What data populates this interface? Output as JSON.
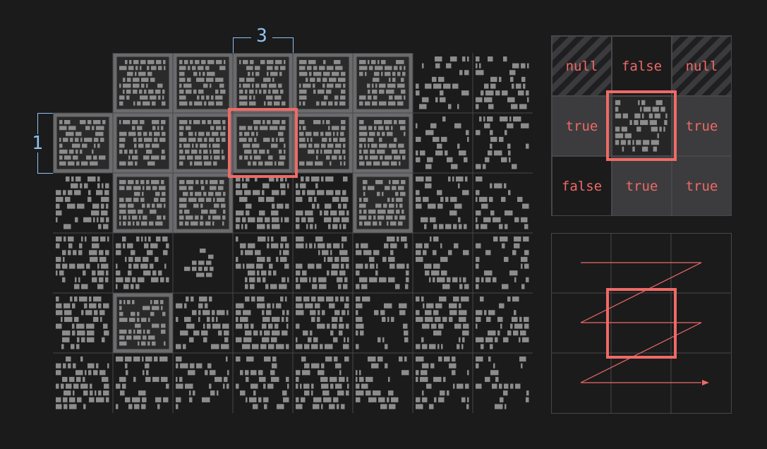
{
  "dimensions": {
    "column_label": "3",
    "row_label": "1"
  },
  "selected_cell": {
    "row": 1,
    "col": 3
  },
  "neighbors": {
    "cells": [
      {
        "label": "null",
        "state": "null"
      },
      {
        "label": "false",
        "state": "false"
      },
      {
        "label": "null",
        "state": "null"
      },
      {
        "label": "true",
        "state": "true"
      },
      {
        "label": "",
        "state": "center"
      },
      {
        "label": "true",
        "state": "true"
      },
      {
        "label": "false",
        "state": "false"
      },
      {
        "label": "true",
        "state": "true"
      },
      {
        "label": "true",
        "state": "true"
      }
    ]
  },
  "tile_grid": {
    "rows": 6,
    "cols": 8,
    "tiles": [
      [
        "blank",
        "framed",
        "framed",
        "framed",
        "framed",
        "framed",
        "patch",
        "patch"
      ],
      [
        "framed",
        "framed",
        "framed",
        "selected",
        "framed",
        "framed",
        "patch",
        "patch"
      ],
      [
        "partial",
        "framed",
        "framed",
        "partial",
        "partial",
        "framed",
        "patch",
        "patch"
      ],
      [
        "partial",
        "partial",
        "diamond",
        "partial",
        "partial",
        "patch",
        "patch",
        "patch"
      ],
      [
        "partial",
        "framed",
        "patch",
        "partial",
        "partial",
        "patch",
        "patch",
        "patch"
      ],
      [
        "partial",
        "patch",
        "patch",
        "patch",
        "partial",
        "patch",
        "patch",
        "patch"
      ]
    ]
  },
  "scan_order": {
    "description_rows": 3,
    "description_cols": 3
  },
  "colors": {
    "background": "#1b1b1c",
    "grid_line": "#474749",
    "highlight": "#ef6a66",
    "dimension": "#8fc3f0",
    "brick": "#8c8c8c",
    "tile_fill": "#1f1f20",
    "tile_frame": "#6a6a6c"
  }
}
